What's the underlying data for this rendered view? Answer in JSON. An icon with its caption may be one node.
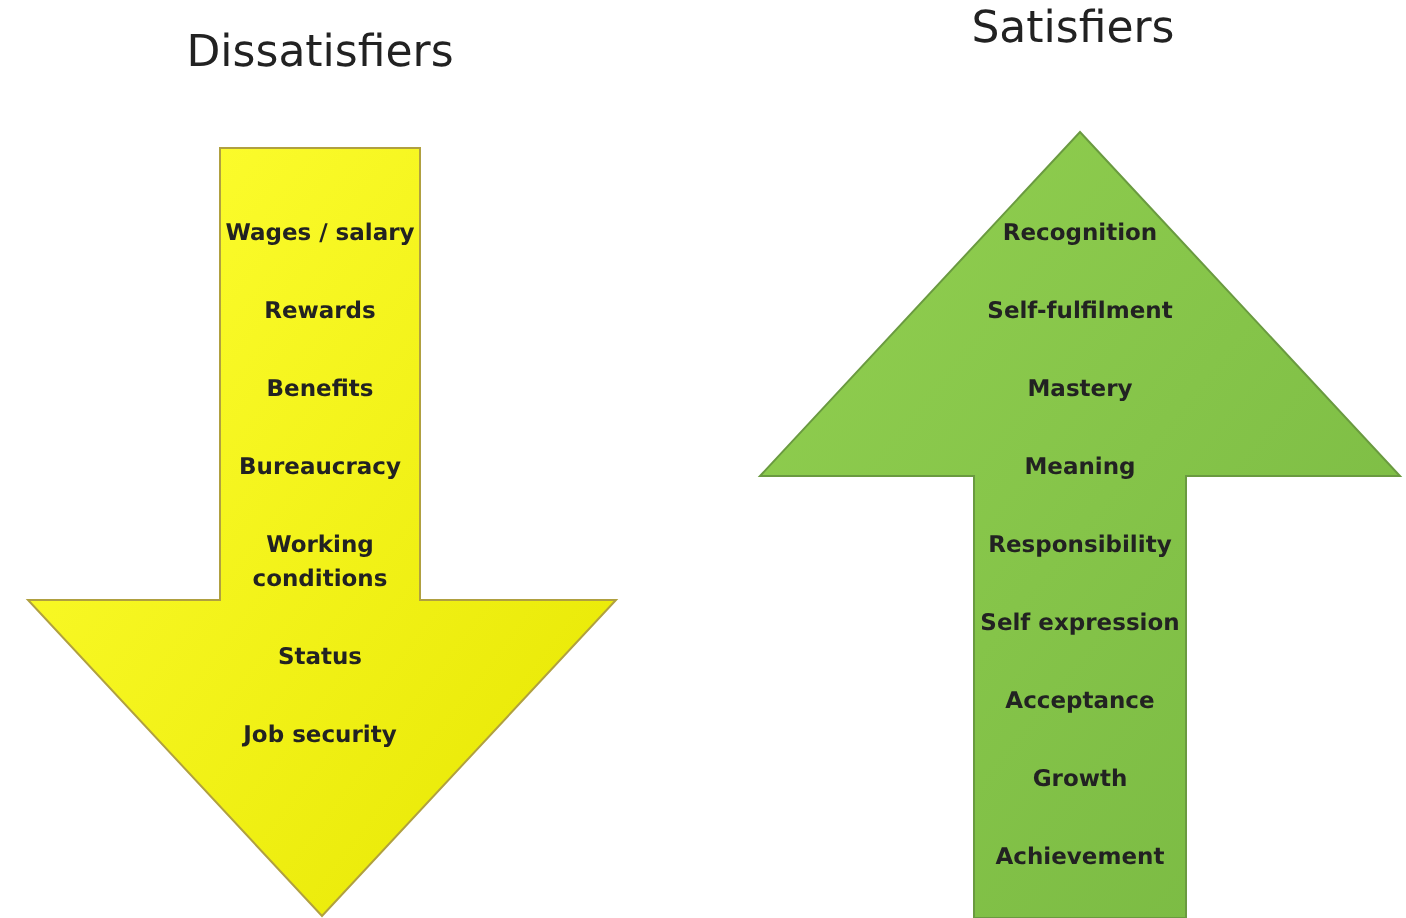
{
  "diagram": {
    "nodes": [
      {
        "text": [
          "Dissatisfiers",
          "Wages / salary",
          "Rewards",
          "Benefits",
          "Bureaucracy",
          "Working conditions",
          "Status",
          "Job security"
        ]
      },
      {
        "text": [
          "Satisfiers",
          "Recognition",
          "Self-fulfilment",
          "Mastery",
          "Meaning",
          "Responsibility",
          "Self expression",
          "Acceptance",
          "Growth",
          "Achievement"
        ]
      }
    ]
  }
}
